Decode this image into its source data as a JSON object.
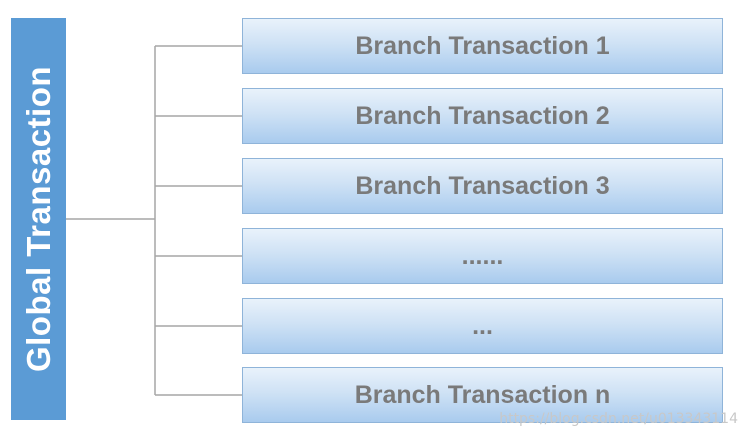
{
  "global": {
    "label": "Global Transaction",
    "fill_color": "#5b9bd5",
    "text_color": "#ffffff"
  },
  "branches": [
    {
      "label": "Branch Transaction 1"
    },
    {
      "label": "Branch Transaction 2"
    },
    {
      "label": "Branch Transaction 3"
    },
    {
      "label": "......"
    },
    {
      "label": "..."
    },
    {
      "label": "Branch Transaction n"
    }
  ],
  "branch_style": {
    "fill_top": "#e9f2fb",
    "fill_bottom": "#a9cbee",
    "border": "#8fb4d9",
    "text_color": "#7a7a7a"
  },
  "connector_color": "#a6a6a6",
  "watermark": "https://blog.csdn.net/u013343114"
}
